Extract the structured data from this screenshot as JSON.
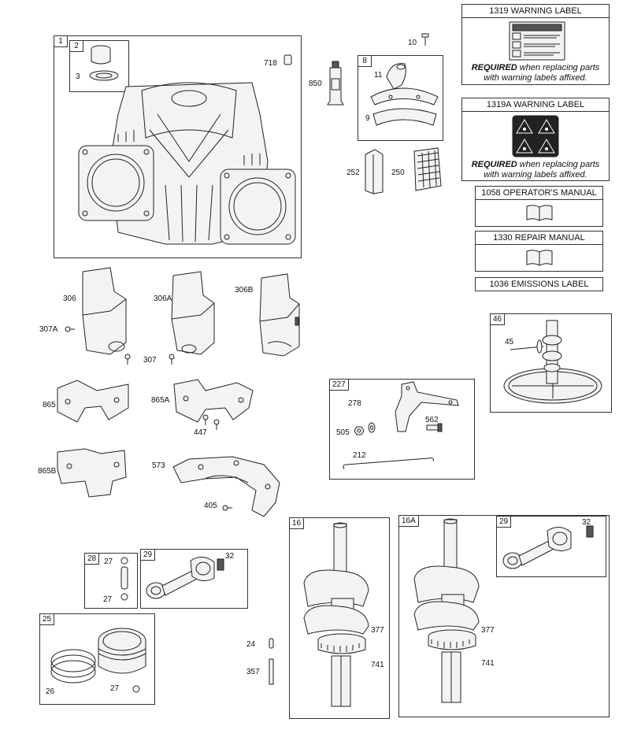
{
  "info": {
    "w1319": {
      "title": "1319 WARNING LABEL",
      "req_bold": "REQUIRED",
      "req_rest": " when replacing parts",
      "req_line2": "with warning labels affixed."
    },
    "w1319a": {
      "title": "1319A WARNING LABEL",
      "req_bold": "REQUIRED",
      "req_rest": " when replacing parts",
      "req_line2": "with warning labels affixed."
    },
    "m1058": {
      "title": "1058 OPERATOR'S MANUAL"
    },
    "m1330": {
      "title": "1330 REPAIR MANUAL"
    },
    "e1036": {
      "title": "1036 EMISSIONS LABEL"
    }
  },
  "tags": {
    "b1": "1",
    "b2": "2",
    "b8": "8",
    "b46": "46",
    "b227": "227",
    "b28": "28",
    "b29a": "29",
    "b25": "25",
    "b16": "16",
    "b16a": "16A",
    "b29b": "29"
  },
  "labels": {
    "p3": "3",
    "p718": "718",
    "p10": "10",
    "p850": "850",
    "p11": "11",
    "p9": "9",
    "p252": "252",
    "p250": "250",
    "p306": "306",
    "p306a": "306A",
    "p306b": "306B",
    "p307a": "307A",
    "p307": "307",
    "p865": "865",
    "p865a": "865A",
    "p447": "447",
    "p865b": "865B",
    "p573": "573",
    "p405": "405",
    "p45": "45",
    "p278": "278",
    "p562": "562",
    "p505": "505",
    "p212": "212",
    "p27a": "27",
    "p27b": "27",
    "p32a": "32",
    "p26": "26",
    "p27c": "27",
    "p24": "24",
    "p357": "357",
    "p377a": "377",
    "p741a": "741",
    "p377b": "377",
    "p741b": "741",
    "p32b": "32"
  }
}
